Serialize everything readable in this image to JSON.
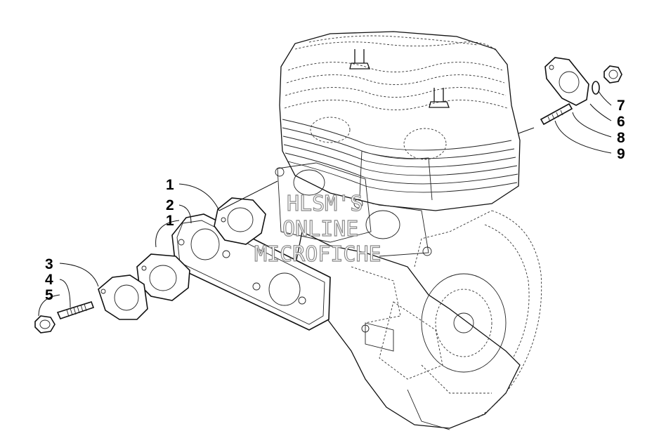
{
  "diagram": {
    "callouts": [
      "1",
      "2",
      "1",
      "3",
      "4",
      "5",
      "7",
      "6",
      "8",
      "9"
    ],
    "watermark": [
      "HLSM'S",
      "ONLINE",
      "MICROFICHE"
    ]
  }
}
